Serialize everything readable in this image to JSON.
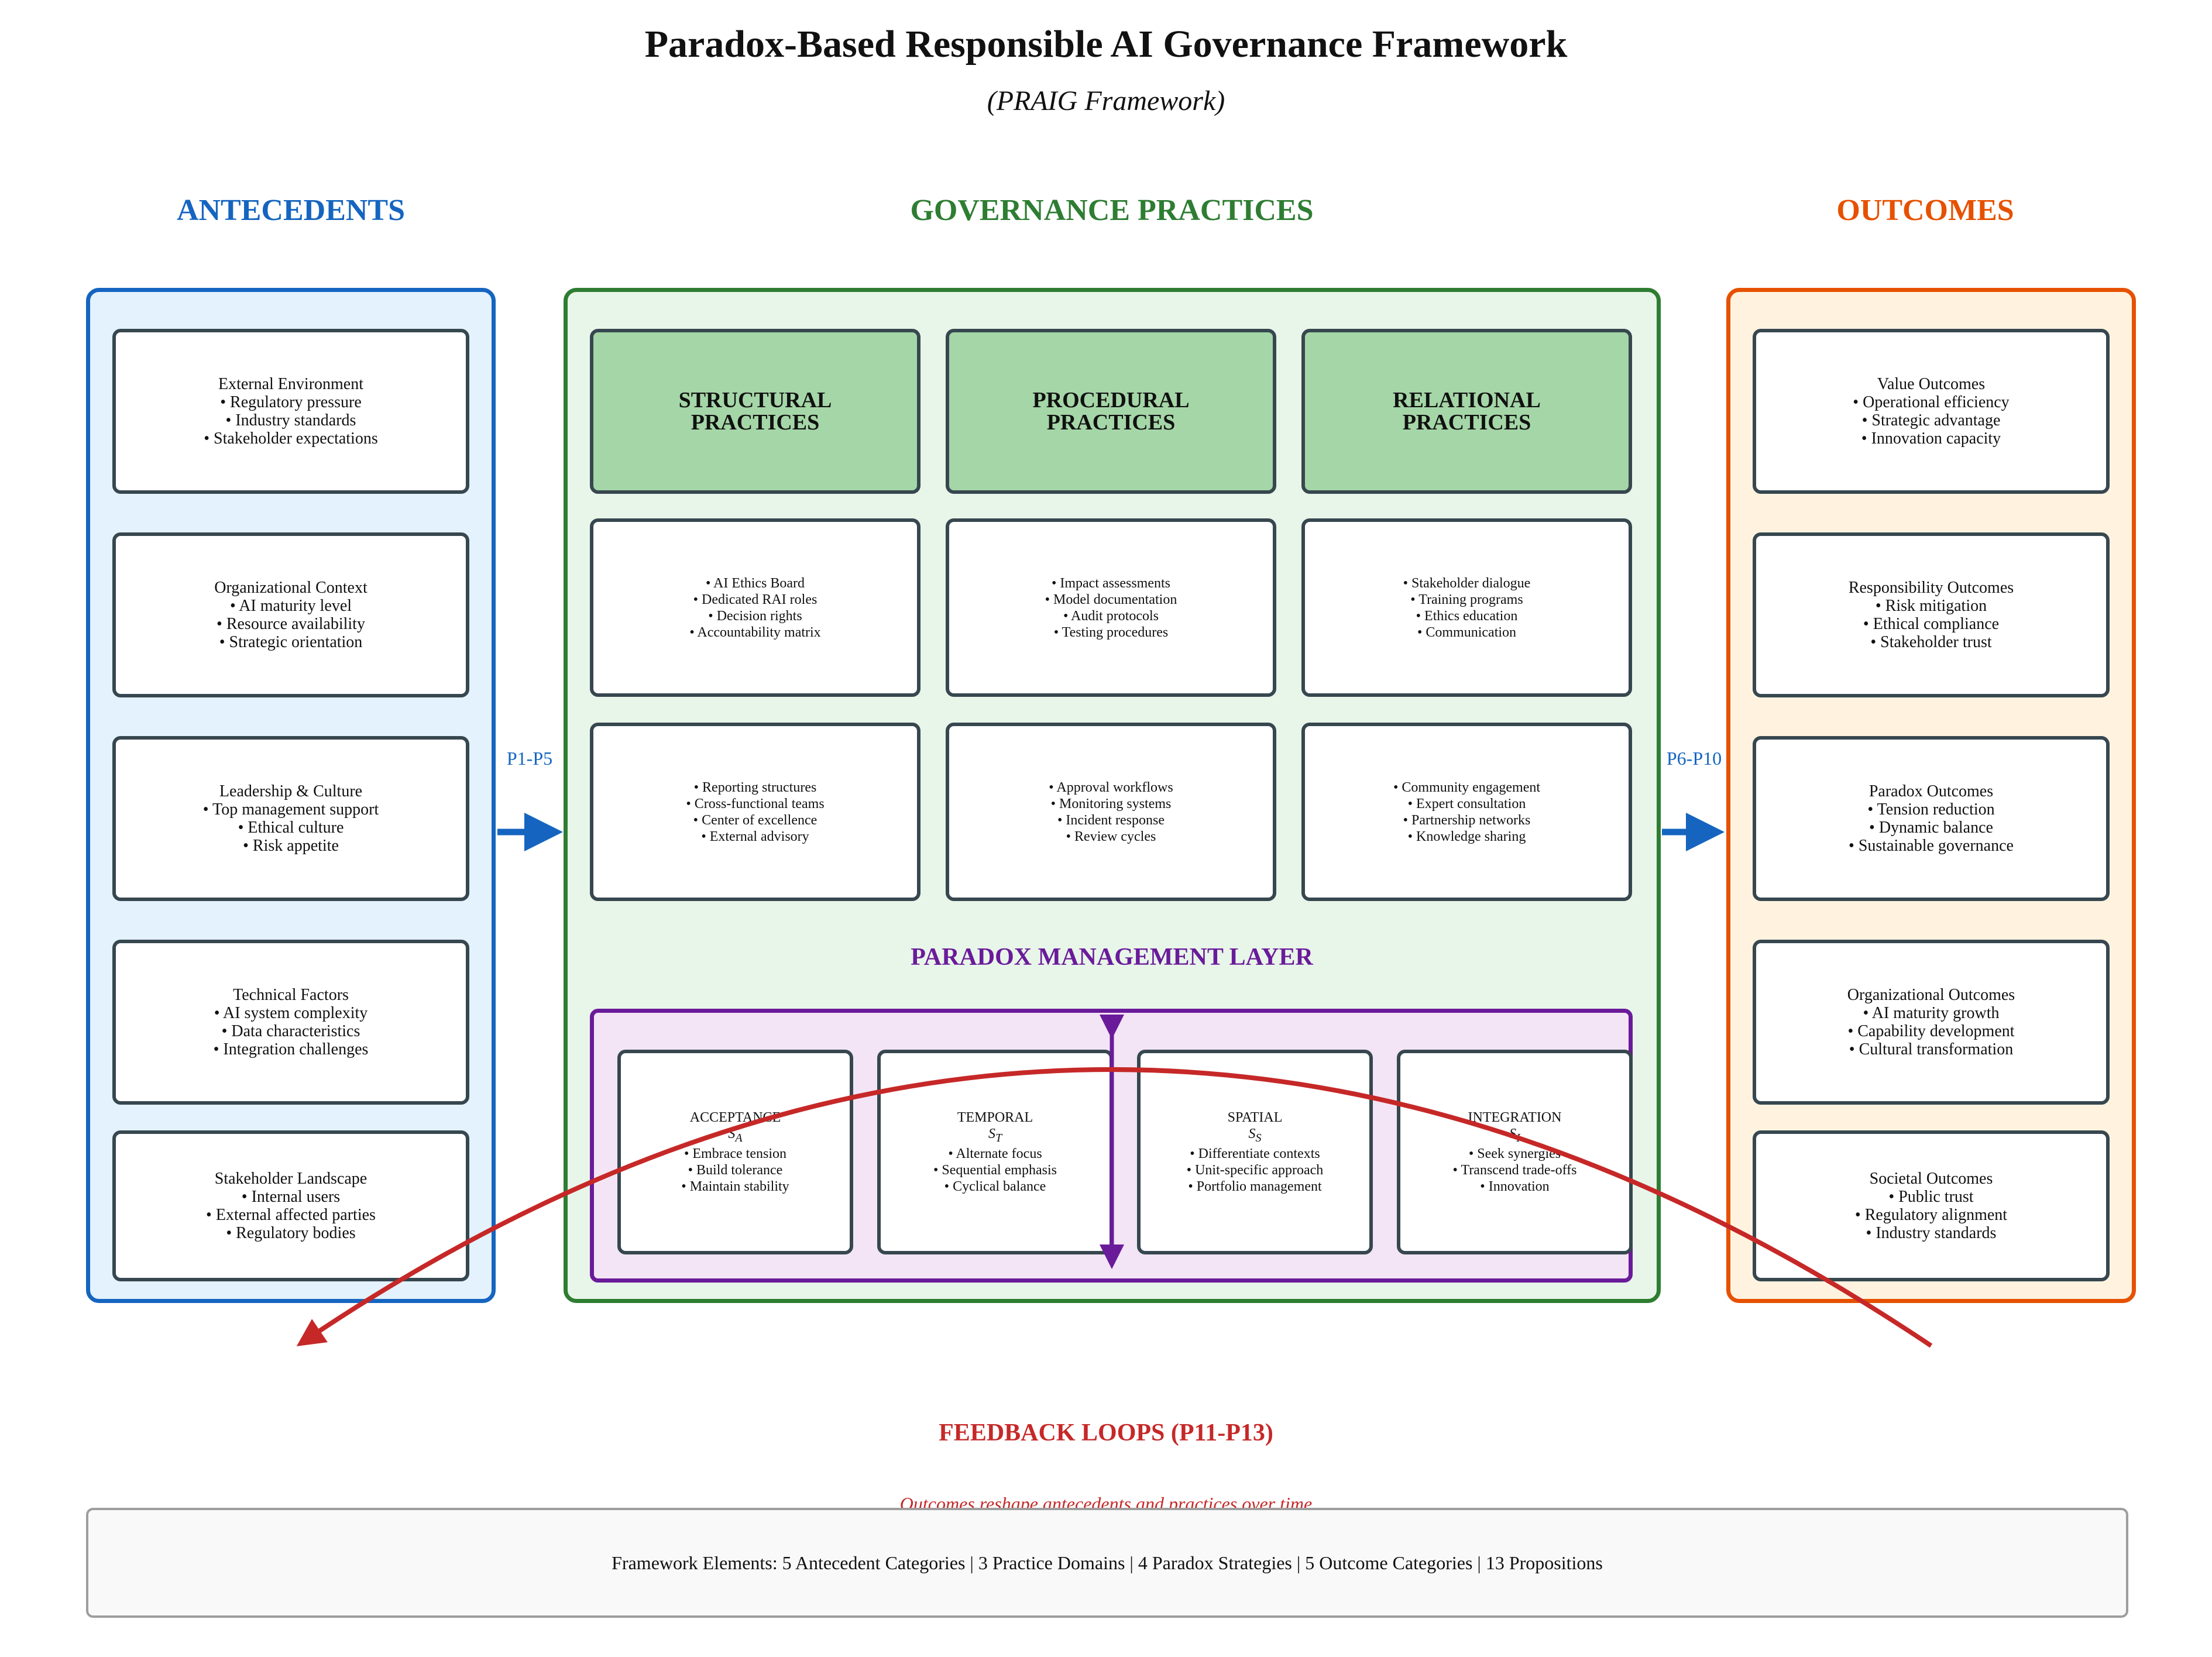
{
  "title": "Paradox-Based Responsible AI Governance Framework",
  "subtitle": "(PRAIG Framework)",
  "colors": {
    "antecedents": "#1565c0",
    "antecedents_fill": "#e3f2fd",
    "practices": "#2e7d32",
    "practices_fill": "#e8f5e9",
    "practice_header_fill": "#a5d6a7",
    "outcomes": "#e65100",
    "outcomes_fill": "#fff3e0",
    "paradox": "#6a1b9a",
    "paradox_fill": "#f3e5f5",
    "feedback": "#c62828"
  },
  "antecedents": {
    "heading": "ANTECEDENTS",
    "items": [
      {
        "text": "External Environment\n• Regulatory pressure\n• Industry standards\n• Stakeholder expectations"
      },
      {
        "text": "Organizational Context\n• AI maturity level\n• Resource availability\n• Strategic orientation"
      },
      {
        "text": "Leadership & Culture\n• Top management support\n• Ethical culture\n• Risk appetite"
      },
      {
        "text": "Technical Factors\n• AI system complexity\n• Data characteristics\n• Integration challenges"
      },
      {
        "text": "Stakeholder Landscape\n• Internal users\n• External affected parties\n• Regulatory bodies"
      }
    ]
  },
  "practices": {
    "heading": "GOVERNANCE PRACTICES",
    "columns": [
      {
        "header": "STRUCTURAL\nPRACTICES",
        "cards": [
          "• AI Ethics Board\n• Dedicated RAI roles\n• Decision rights\n• Accountability matrix",
          "• Reporting structures\n• Cross-functional teams\n• Center of excellence\n• External advisory"
        ]
      },
      {
        "header": "PROCEDURAL\nPRACTICES",
        "cards": [
          "• Impact assessments\n• Model documentation\n• Audit protocols\n• Testing procedures",
          "• Approval workflows\n• Monitoring systems\n• Incident response\n• Review cycles"
        ]
      },
      {
        "header": "RELATIONAL\nPRACTICES",
        "cards": [
          "• Stakeholder dialogue\n• Training programs\n• Ethics education\n• Communication",
          "• Community engagement\n• Expert consultation\n• Partnership networks\n• Knowledge sharing"
        ]
      }
    ]
  },
  "paradox_layer": {
    "title": "PARADOX MANAGEMENT LAYER",
    "strategies": [
      {
        "name": "ACCEPTANCE",
        "symbol": "S",
        "sub": "A",
        "items": "• Embrace tension\n• Build tolerance\n• Maintain stability"
      },
      {
        "name": "TEMPORAL",
        "symbol": "S",
        "sub": "T",
        "items": "• Alternate focus\n• Sequential emphasis\n• Cyclical balance"
      },
      {
        "name": "SPATIAL",
        "symbol": "S",
        "sub": "S",
        "items": "• Differentiate contexts\n• Unit-specific approach\n• Portfolio management"
      },
      {
        "name": "INTEGRATION",
        "symbol": "S",
        "sub": "I",
        "items": "• Seek synergies\n• Transcend trade-offs\n• Innovation"
      }
    ]
  },
  "outcomes": {
    "heading": "OUTCOMES",
    "items": [
      {
        "text": "Value Outcomes\n• Operational efficiency\n• Strategic advantage\n• Innovation capacity"
      },
      {
        "text": "Responsibility Outcomes\n• Risk mitigation\n• Ethical compliance\n• Stakeholder trust"
      },
      {
        "text": "Paradox Outcomes\n• Tension reduction\n• Dynamic balance\n• Sustainable governance"
      },
      {
        "text": "Organizational Outcomes\n• AI maturity growth\n• Capability development\n• Cultural transformation"
      },
      {
        "text": "Societal Outcomes\n• Public trust\n• Regulatory alignment\n• Industry standards"
      }
    ]
  },
  "propositions": {
    "left": "P1-P5",
    "right": "P6-P10"
  },
  "feedback": {
    "title": "FEEDBACK LOOPS (P11-P13)",
    "subtitle": "Outcomes reshape antecedents and practices over time"
  },
  "summary": "Framework Elements: 5 Antecedent Categories | 3 Practice Domains | 4 Paradox Strategies | 5 Outcome Categories | 13 Propositions"
}
